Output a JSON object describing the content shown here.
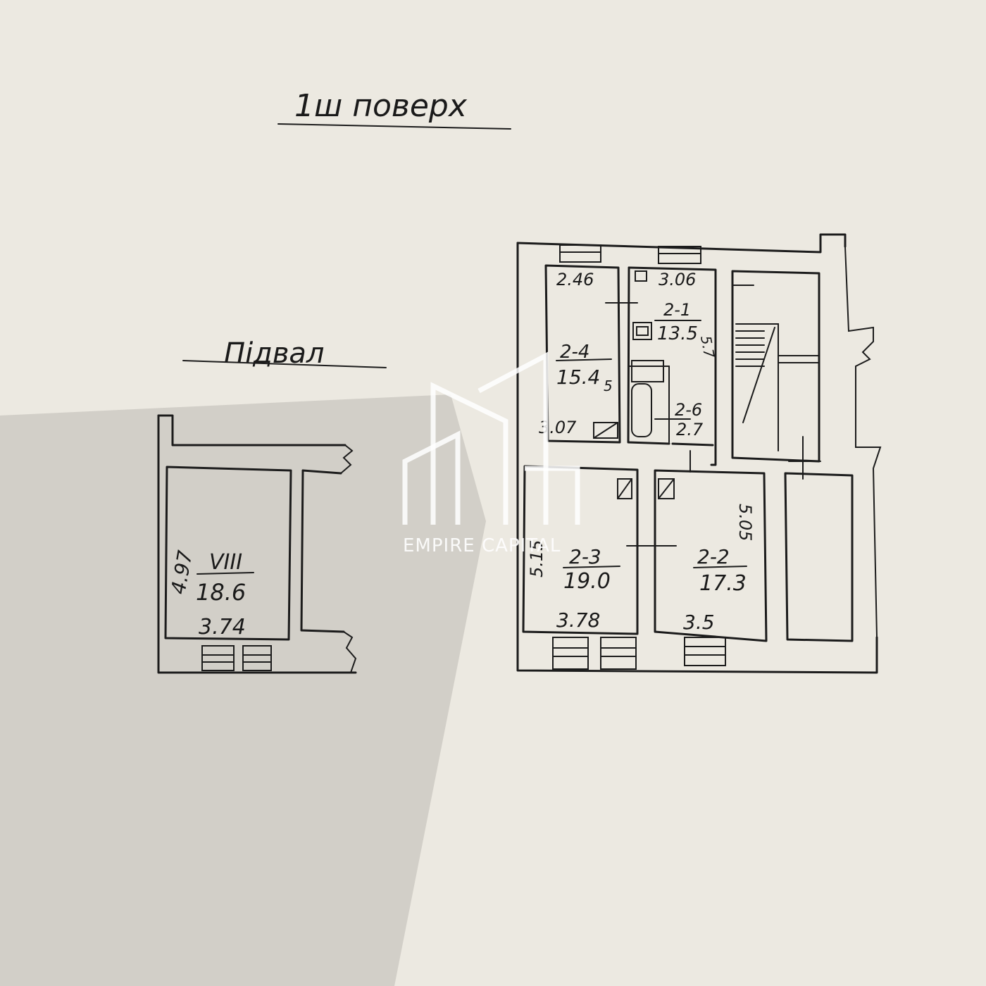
{
  "headings": {
    "floor": "1ш поверх",
    "basement": "Підвал"
  },
  "basement_room": {
    "number": "VIII",
    "area": "18.6",
    "width": "3.74",
    "length": "4.97"
  },
  "rooms": [
    {
      "number": "2-4",
      "area": "15.4",
      "area_suffix": "5",
      "width_top": "2.46",
      "width_bottom": "3.07"
    },
    {
      "number": "2-1",
      "area": "13.5",
      "width": "3.06",
      "side": "5.7"
    },
    {
      "number": "2-6",
      "area": "2.7"
    },
    {
      "number": "2-3",
      "area": "19.0",
      "width": "3.78",
      "side": "5.15"
    },
    {
      "number": "2-2",
      "area": "17.3",
      "width": "3.5",
      "side": "5.05"
    }
  ],
  "watermark": {
    "text": "EMPIRE CAPITAL"
  },
  "colors": {
    "paper": "#ece9e1",
    "ink": "#1c1c1c",
    "shadow": "#c9c6bf",
    "watermark": "#ffffff"
  }
}
